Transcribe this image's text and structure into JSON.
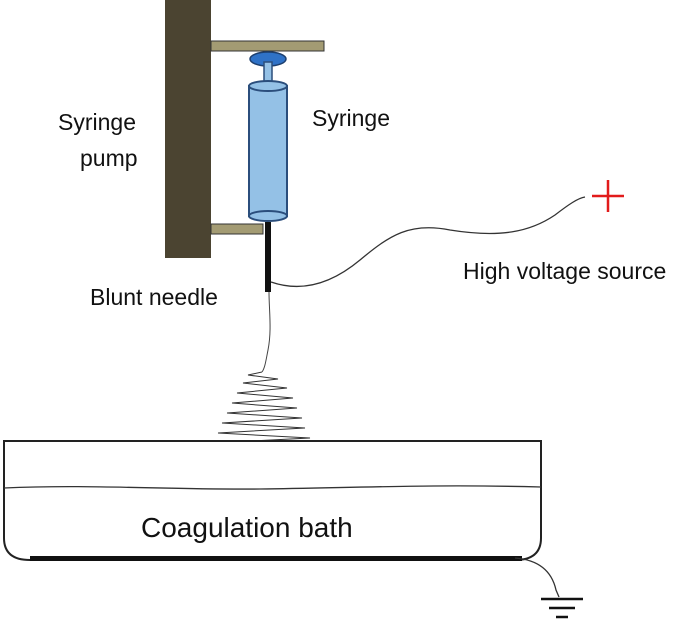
{
  "labels": {
    "syringe_pump_line1": "Syringe",
    "syringe_pump_line2": "pump",
    "syringe": "Syringe",
    "blunt_needle": "Blunt needle",
    "high_voltage_source": "High voltage source",
    "coagulation_bath": "Coagulation bath"
  },
  "colors": {
    "pump_body": "#4b4431",
    "bracket": "#a39b73",
    "syringe_barrel": "#94c1e6",
    "syringe_outline": "#2b4e7c",
    "plunger_head": "#2f72c7",
    "positive_terminal": "#e21b1b",
    "wire": "#333333"
  },
  "icons": {
    "positive_terminal": "plus-sign",
    "ground": "ground-symbol"
  }
}
